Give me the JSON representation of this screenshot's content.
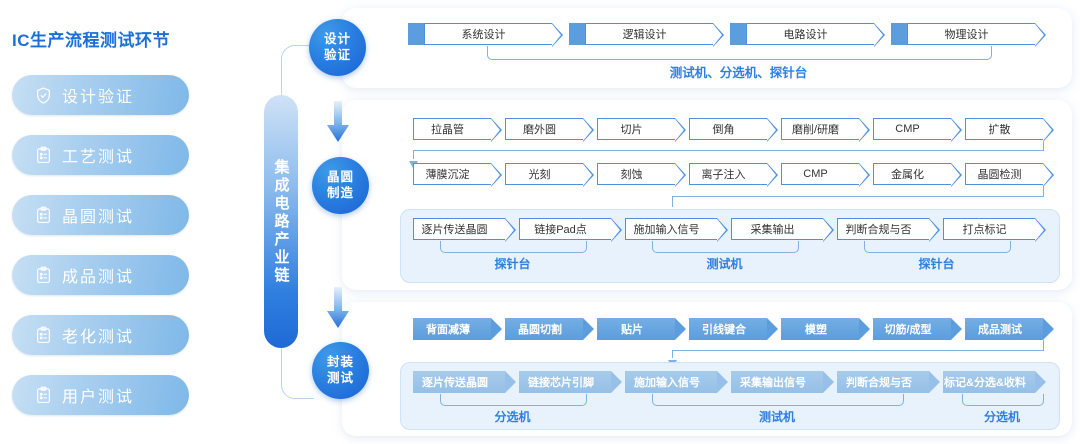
{
  "title": "IC生产流程测试环节",
  "accent": "#1b6fd8",
  "sidebar": {
    "items": [
      {
        "label": "设计验证",
        "icon": "shield-check-icon"
      },
      {
        "label": "工艺测试",
        "icon": "clipboard-icon"
      },
      {
        "label": "晶圆测试",
        "icon": "clipboard-icon"
      },
      {
        "label": "成品测试",
        "icon": "clipboard-icon"
      },
      {
        "label": "老化测试",
        "icon": "clipboard-icon"
      },
      {
        "label": "用户测试",
        "icon": "clipboard-icon"
      }
    ]
  },
  "chain": {
    "label": "集成电路产业链"
  },
  "stages": [
    {
      "id": "design",
      "line1": "设计",
      "line2": "验证"
    },
    {
      "id": "wafer",
      "line1": "晶圆",
      "line2": "制造"
    },
    {
      "id": "package",
      "line1": "封装",
      "line2": "测试"
    }
  ],
  "sections": {
    "design": {
      "steps": [
        "系统设计",
        "逻辑设计",
        "电路设计",
        "物理设计"
      ],
      "caption": "测试机、分选机、探针台"
    },
    "wafer": {
      "row1": [
        "拉晶管",
        "磨外圆",
        "切片",
        "倒角",
        "磨削/研磨",
        "CMP",
        "扩散"
      ],
      "row2": [
        "薄膜沉淀",
        "光刻",
        "刻蚀",
        "离子注入",
        "CMP",
        "金属化",
        "晶圆检测"
      ],
      "row3": [
        "逐片传送晶圆",
        "链接Pad点",
        "施加输入信号",
        "采集输出",
        "判断合规与否",
        "打点标记"
      ],
      "groups": [
        {
          "label": "探针台",
          "from": 0,
          "to": 1
        },
        {
          "label": "测试机",
          "from": 2,
          "to": 3
        },
        {
          "label": "探针台",
          "from": 4,
          "to": 5
        }
      ]
    },
    "package": {
      "row1": [
        "背面减薄",
        "晶圆切割",
        "贴片",
        "引线键合",
        "模塑",
        "切筋/成型",
        "成品测试"
      ],
      "row2": [
        "逐片传送晶圆",
        "链接芯片引脚",
        "施加输入信号",
        "采集输出信号",
        "判断合规与否",
        "标记&分选&收料"
      ],
      "groups": [
        {
          "label": "分选机",
          "from": 0,
          "to": 1
        },
        {
          "label": "测试机",
          "from": 2,
          "to": 4
        },
        {
          "label": "分选机",
          "from": 5,
          "to": 5
        }
      ]
    }
  }
}
